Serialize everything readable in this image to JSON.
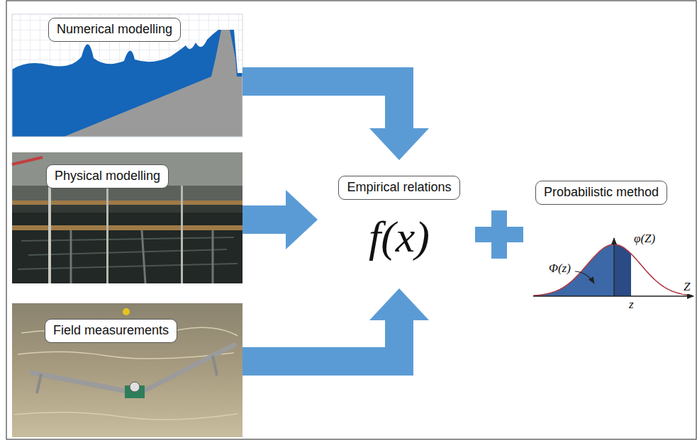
{
  "diagram": {
    "nodes": [
      {
        "text": [
          "Numerical modelling"
        ]
      },
      {
        "text": [
          "Physical modelling"
        ]
      },
      {
        "text": [
          "Field measurements"
        ]
      },
      {
        "text": [
          "Empirical relations"
        ]
      },
      {
        "text": [
          "Probabilistic method"
        ]
      }
    ],
    "edges": [
      {
        "from": 0,
        "to": 3,
        "arrow": "to"
      },
      {
        "from": 1,
        "to": 3,
        "arrow": "to"
      },
      {
        "from": 2,
        "to": 3,
        "arrow": "to"
      }
    ],
    "labels": [
      "f(x)",
      "φ(Z)",
      "Φ(z)",
      "z",
      "Z"
    ]
  }
}
